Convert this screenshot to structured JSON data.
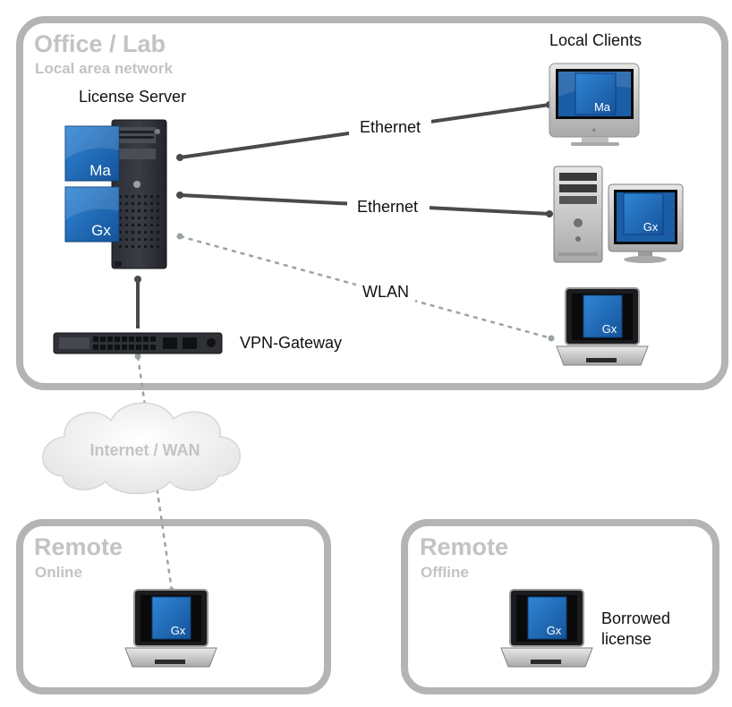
{
  "office": {
    "title": "Office / Lab",
    "subtitle": "Local area network"
  },
  "license_server": {
    "label": "License Server",
    "badge_top": "Ma",
    "badge_bottom": "Gx"
  },
  "local_clients": {
    "label": "Local Clients",
    "imac_badge": "Ma",
    "desktop_badge": "Gx",
    "laptop_badge": "Gx"
  },
  "links": {
    "ethernet_1": "Ethernet",
    "ethernet_2": "Ethernet",
    "wlan": "WLAN"
  },
  "vpn": {
    "label": "VPN-Gateway"
  },
  "cloud": {
    "label": "Internet / WAN"
  },
  "remote_online": {
    "title": "Remote",
    "subtitle": "Online",
    "laptop_badge": "Gx"
  },
  "remote_offline": {
    "title": "Remote",
    "subtitle": "Offline",
    "laptop_badge": "Gx",
    "note_line1": "Borrowed",
    "note_line2": "license"
  },
  "colors": {
    "frame": "#b4b4b4",
    "frame_text": "#c3c3c3",
    "badge": "#1f6cb8",
    "line": "#4a4a4a",
    "dashed": "#9aa3a3"
  }
}
